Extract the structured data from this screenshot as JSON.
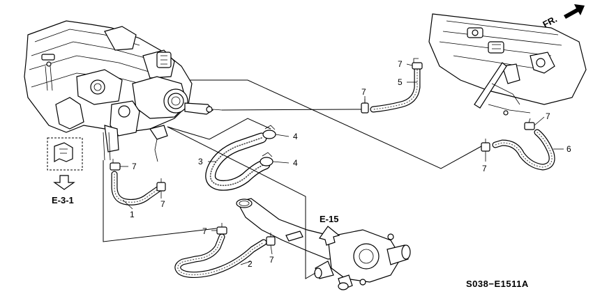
{
  "callouts": {
    "p1": "1",
    "p2": "2",
    "p3": "3",
    "p4a": "4",
    "p4b": "4",
    "p5": "5",
    "p6": "6",
    "p7a": "7",
    "p7b": "7",
    "p7c": "7",
    "p7d": "7",
    "p7e": "7",
    "p7f": "7",
    "p7g": "7"
  },
  "references": {
    "e31": "E-3-1",
    "e15": "E-15",
    "front": "FR."
  },
  "diagram_code": "S038−E1511A"
}
